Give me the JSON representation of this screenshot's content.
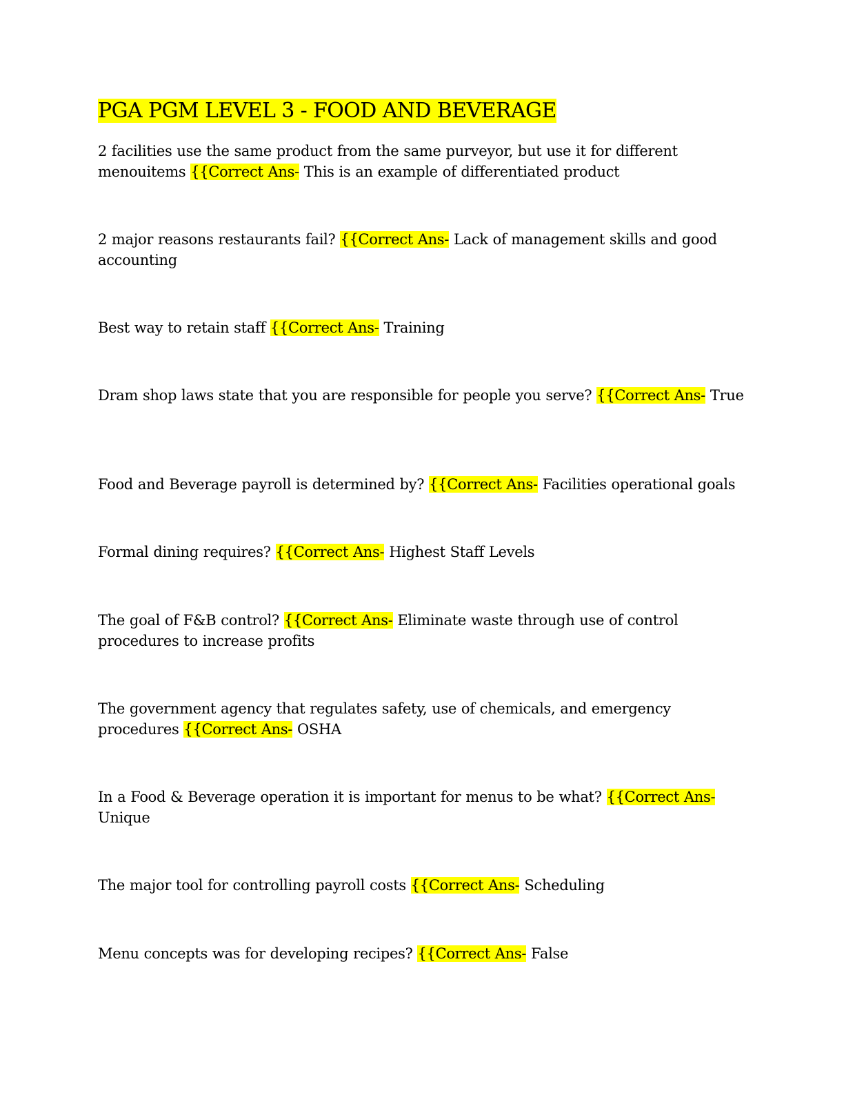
{
  "document": {
    "title": "PGA PGM LEVEL 3 - FOOD AND BEVERAGE",
    "answer_marker": "{{Correct Ans-",
    "highlight_color": "#ffff00",
    "items": [
      {
        "question": "2 facilities use the same product from the same purveyor, but use it for different menouitems",
        "answer": "This is an example of differentiated product"
      },
      {
        "question": "2 major reasons restaurants fail?",
        "answer": "Lack of management skills and good accounting"
      },
      {
        "question": "Best way to retain staff",
        "answer": "Training"
      },
      {
        "question": "Dram shop laws state that you are responsible for people you serve?",
        "answer": "True"
      },
      {
        "question": "Food and Beverage payroll is determined by?",
        "answer": "Facilities operational goals"
      },
      {
        "question": "Formal dining requires?",
        "answer": "Highest Staff Levels"
      },
      {
        "question": "The goal of F&B control?",
        "answer": "Eliminate waste through use of control procedures to increase profits"
      },
      {
        "question": "The government agency that regulates safety, use of chemicals, and emergency procedures",
        "answer": "OSHA"
      },
      {
        "question": "In a Food & Beverage operation it is important for menus to be what?",
        "answer": "Unique"
      },
      {
        "question": "The major tool for controlling payroll costs",
        "answer": "Scheduling"
      },
      {
        "question": "Menu concepts was for developing recipes?",
        "answer": "False"
      }
    ]
  }
}
